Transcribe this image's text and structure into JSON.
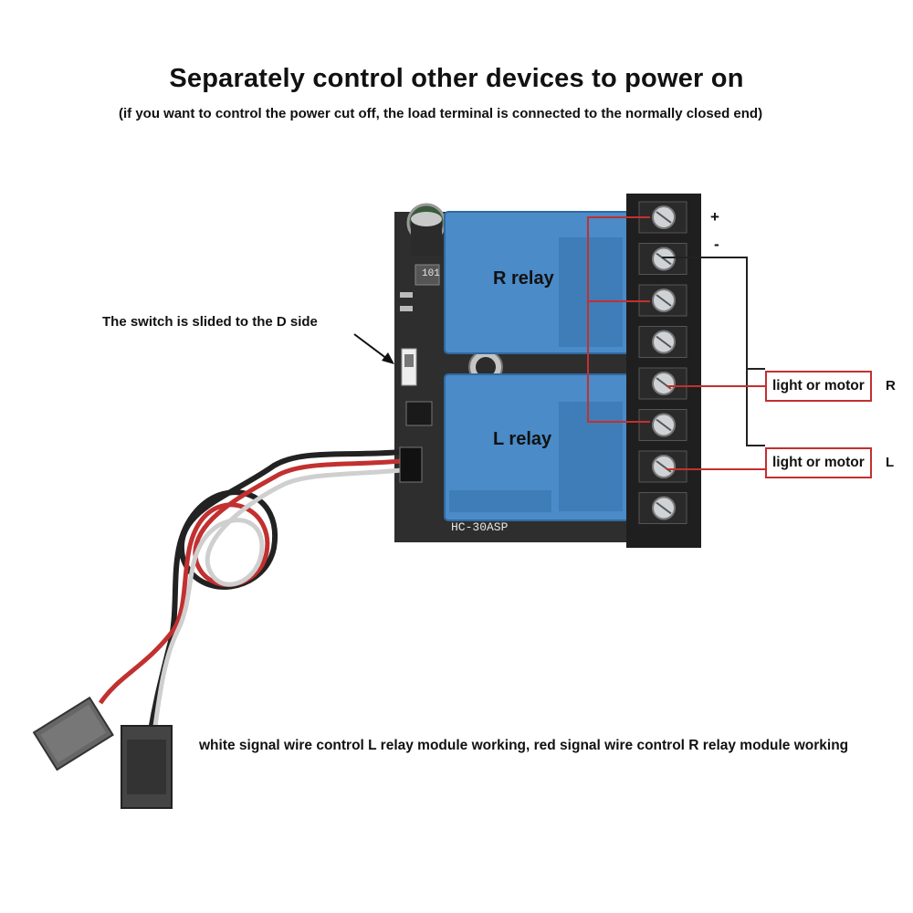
{
  "header": {
    "title": "Separately control other devices to power on",
    "subtitle": "(if you want to control the power cut off, the load terminal is connected to the normally closed end)"
  },
  "annotations": {
    "switch_note": "The switch is slided to the D side",
    "relay_r": "R relay",
    "relay_l": "L relay",
    "plus": "+",
    "minus": "-",
    "load_r": {
      "label": "light or motor",
      "side": "R"
    },
    "load_l": {
      "label": "light or motor",
      "side": "L"
    },
    "bottom_note": "white signal wire control L relay module working, red signal wire control R relay module working",
    "board_model": "HC-30ASP",
    "part_101": "101"
  },
  "colors": {
    "board": "#2e2e2e",
    "relay": "#4a8bc8",
    "terminal": "#1f1f1f",
    "wire_red": "#c23030",
    "wire_black": "#222222",
    "wire_gray": "#8a8a8a"
  }
}
